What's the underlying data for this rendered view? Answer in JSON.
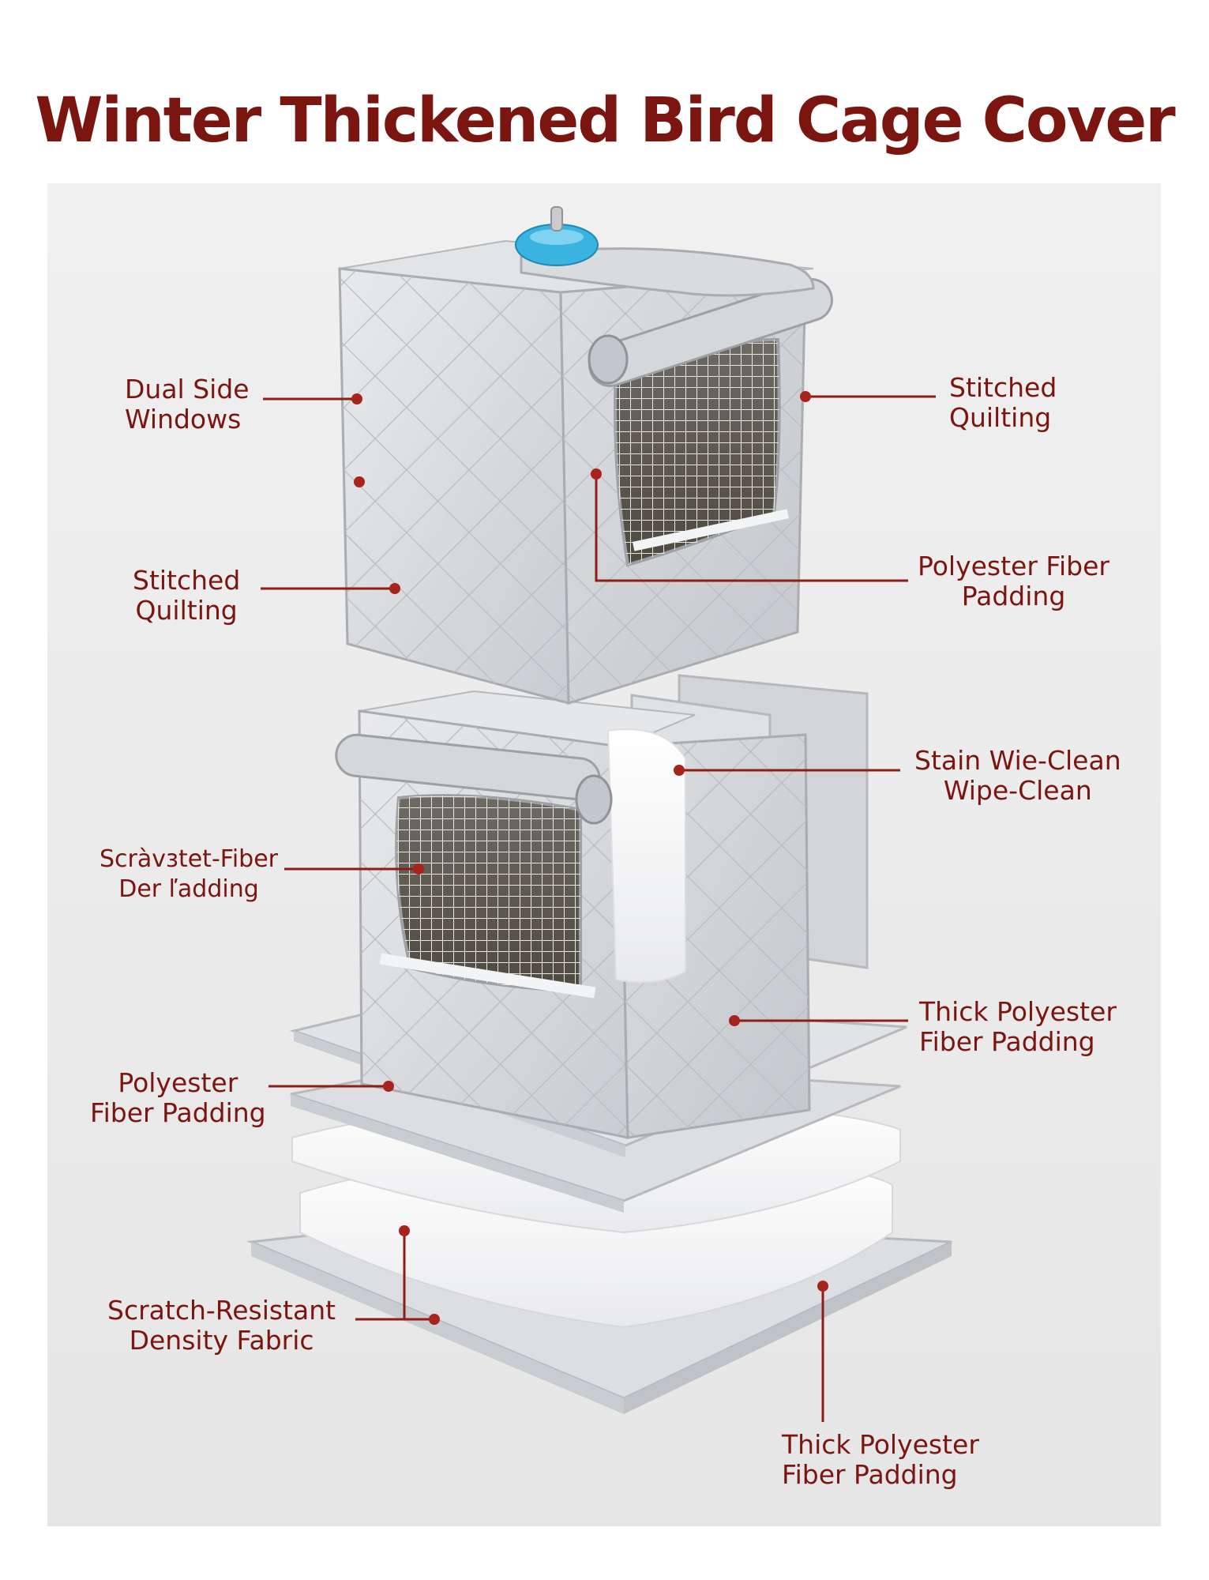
{
  "title": "Winter Thickened Bird Cage Cover",
  "accent_color": "#7a1510",
  "labels": {
    "dual_side_windows": [
      "Dual Side",
      "Windows"
    ],
    "stitched_quilting_left": [
      "Stitched",
      "Quilting"
    ],
    "stitched_quilting_right": [
      "Stitched",
      "Quilting"
    ],
    "polyester_fiber_padding_top": [
      "Polyester Fiber",
      "Padding"
    ],
    "stain_wipe_clean": [
      "Stain Wie-Clean",
      "Wipe-Clean"
    ],
    "scratch_fiber": [
      "Scràvɜtet-Fiber",
      "Der ľadding"
    ],
    "thick_polyester_right": [
      "Thick Polyester",
      "Fiber Padding"
    ],
    "polyester_fiber_padding_left": [
      "Polyester",
      "Fiber Padding"
    ],
    "scratch_resistant": [
      "Scratch-Resistant",
      "Density Fabric"
    ],
    "thick_polyester_bottom": [
      "Thick Polyester",
      "Fiber Padding"
    ]
  }
}
